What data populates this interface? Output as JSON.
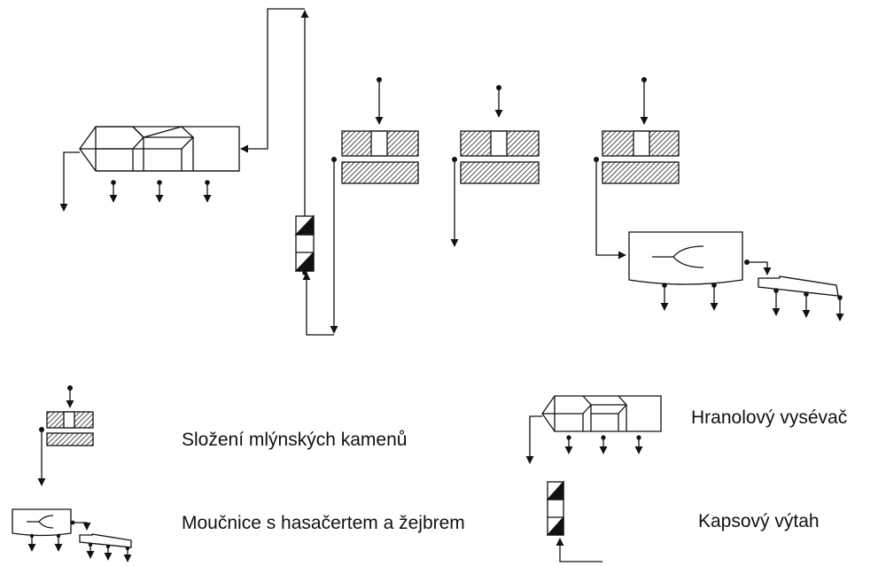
{
  "legend": {
    "millstones_label": "Složení mlýnských kamenů",
    "flour_dresser_label": "Moučnice s hasačertem a žejbrem",
    "hexagonal_sifter_label": "Hranolový vysévač",
    "bucket_elevator_label": "Kapsový výtah"
  },
  "colors": {
    "ink": "#111111",
    "background": "#ffffff"
  }
}
